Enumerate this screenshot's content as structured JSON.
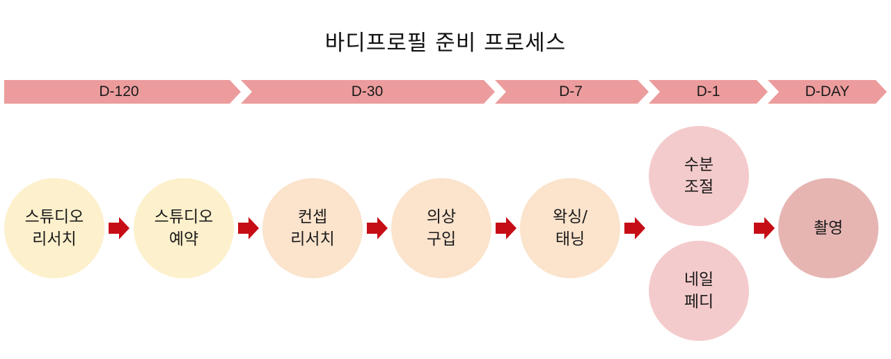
{
  "title": "바디프로필 준비 프로세스",
  "colors": {
    "banner": "#ec9c9d",
    "arrow": "#c60d16",
    "yellow": "#fdf0cc",
    "peach": "#fbe3cc",
    "pink": "#f4cbcc",
    "rose": "#e6b5b2"
  },
  "phases": [
    {
      "label": "D-120"
    },
    {
      "label": "D-30"
    },
    {
      "label": "D-7"
    },
    {
      "label": "D-1"
    },
    {
      "label": "D-DAY"
    }
  ],
  "steps": [
    {
      "label": "스튜디오\n리서치",
      "color": "yellow"
    },
    {
      "label": "스튜디오\n예약",
      "color": "yellow"
    },
    {
      "label": "컨셉\n리서치",
      "color": "peach"
    },
    {
      "label": "의상\n구입",
      "color": "peach"
    },
    {
      "label": "왁싱/\n태닝",
      "color": "peach"
    },
    {
      "label": "수분\n조절",
      "color": "pink"
    },
    {
      "label": "네일\n페디",
      "color": "pink"
    },
    {
      "label": "촬영",
      "color": "rose"
    }
  ]
}
